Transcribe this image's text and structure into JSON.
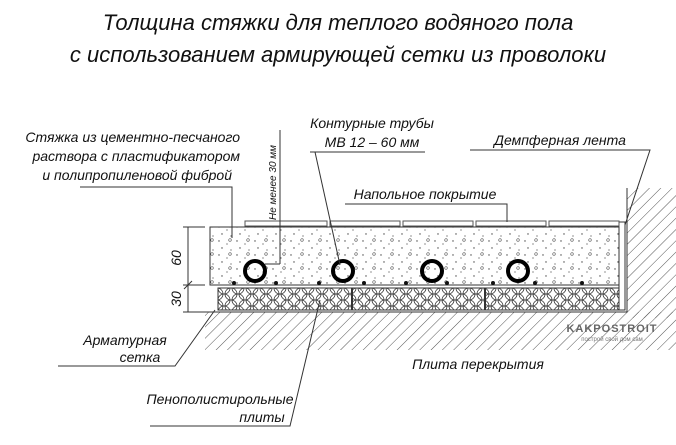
{
  "title": {
    "line1": "Толщина стяжки для теплого водяного пола",
    "line2": "с использованием армирующей сетки из проволоки"
  },
  "labels": {
    "screed_1": "Стяжка из цементно-песчаного",
    "screed_2": "раствора с пластификатором",
    "screed_3": "и полипропиленовой фиброй",
    "min_cover": "Не менее 30 мм",
    "pipes_1": "Контурные трубы",
    "pipes_2": "МВ 12 – 60 мм",
    "damper": "Демпферная лента",
    "flooring": "Напольное покрытие",
    "mesh_1": "Арматурная",
    "mesh_2": "сетка",
    "eps_1": "Пенополистирольные",
    "eps_2": "плиты",
    "slab": "Плита перекрытия"
  },
  "dimensions": {
    "screed": "60",
    "insulation": "30"
  },
  "watermark": {
    "brand": "KAKPOSTROIT",
    "tagline": "построй свой дом сам"
  }
}
